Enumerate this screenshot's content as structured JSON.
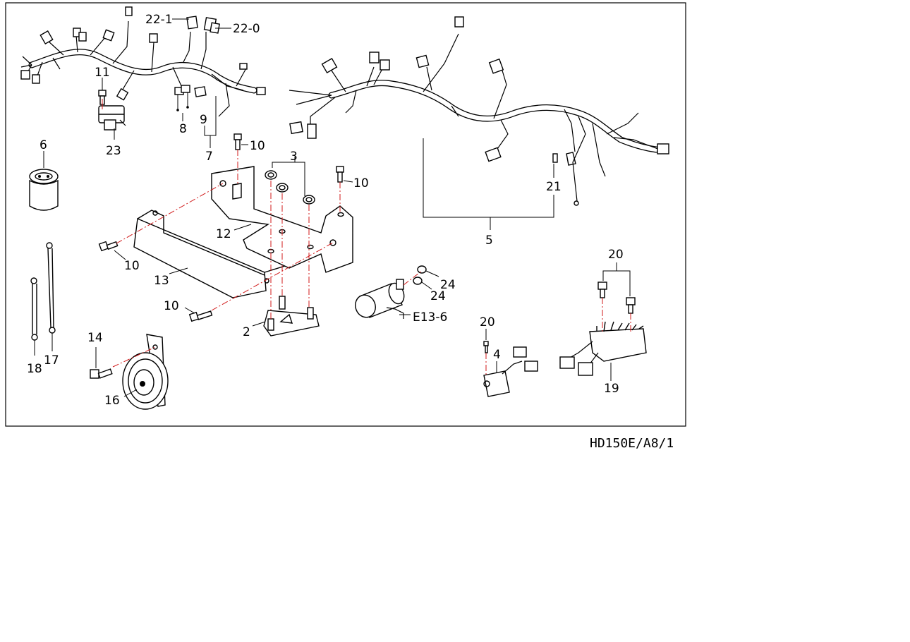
{
  "figure": {
    "caption": "HD150E/A8/1",
    "colors": {
      "line": "#000000",
      "centerline": "#d01818",
      "background": "#ffffff"
    }
  },
  "callouts": {
    "c22_1": "22-1",
    "c22_0": "22-0",
    "c11": "11",
    "c8": "8",
    "c9": "9",
    "c7": "7",
    "c23": "23",
    "c10a": "10",
    "c3": "3",
    "c10b": "10",
    "c6": "6",
    "c12": "12",
    "c10c": "10",
    "c13": "13",
    "c10d": "10",
    "c2": "2",
    "c24a": "24",
    "c24b": "24",
    "cE13_6": "E13-6",
    "c5": "5",
    "c21": "21",
    "c20a": "20",
    "c20b": "20",
    "c4": "4",
    "c19": "19",
    "c14": "14",
    "c16": "16",
    "c17": "17",
    "c18": "18"
  }
}
